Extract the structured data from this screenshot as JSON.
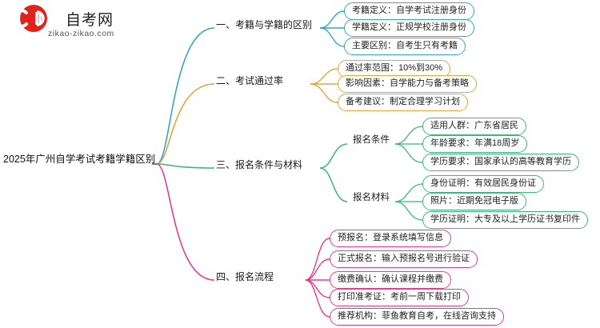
{
  "logo": {
    "brand_name": "自考网",
    "domain": "zikao-zikao.com",
    "mark_color": "#e2231a"
  },
  "colors": {
    "branch_blue": "#3aa3c8",
    "branch_orange": "#e8a33d",
    "branch_green": "#3cb878",
    "branch_pink": "#ea3b8c",
    "root_line": "#444444"
  },
  "mindmap": {
    "root": "2025年广州自学考试考籍学籍区别",
    "branches": [
      {
        "label": "一、考籍与学籍的区别",
        "color": "#3aa3c8",
        "children": [
          "考籍定义：自学考试注册身份",
          "学籍定义：正规学校注册身份",
          "主要区别：自考生只有考籍"
        ]
      },
      {
        "label": "二、考试通过率",
        "color": "#e8a33d",
        "children": [
          "通过率范围：10%到30%",
          "影响因素：自学能力与备考策略",
          "备考建议：制定合理学习计划"
        ]
      },
      {
        "label": "三、报名条件与材料",
        "color": "#3cb878",
        "groups": [
          {
            "label": "报名条件",
            "children": [
              "适用人群：广东省居民",
              "年龄要求：年满18周岁",
              "学历要求：国家承认的高等教育学历"
            ]
          },
          {
            "label": "报名材料",
            "children": [
              "身份证明：有效居民身份证",
              "照片：近期免冠电子版",
              "学历证明：大专及以上学历证书复印件"
            ]
          }
        ]
      },
      {
        "label": "四、报名流程",
        "color": "#ea3b8c",
        "children": [
          "预报名：登录系统填写信息",
          "正式报名：输入预报名号进行验证",
          "缴费确认：确认课程并缴费",
          "打印准考证：考前一周下载打印",
          "推荐机构：菲鱼教育自考，在线咨询支持"
        ]
      }
    ]
  }
}
